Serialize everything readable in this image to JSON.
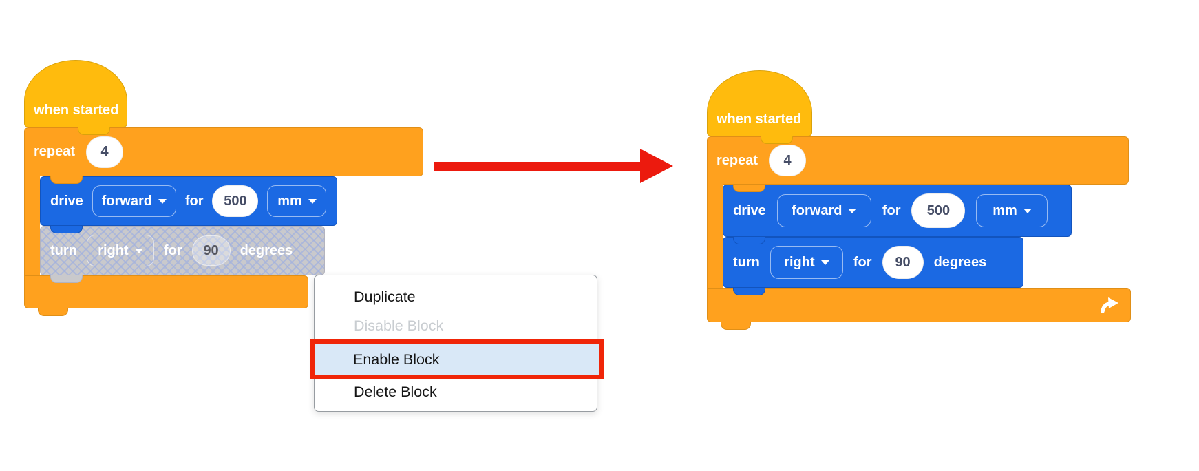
{
  "left_stack": {
    "hat_label": "when started",
    "repeat_label": "repeat",
    "repeat_count": "4",
    "drive": {
      "verb": "drive",
      "direction": "forward",
      "for_label": "for",
      "value": "500",
      "unit": "mm"
    },
    "turn": {
      "verb": "turn",
      "direction": "right",
      "for_label": "for",
      "value": "90",
      "unit": "degrees",
      "state": "disabled"
    }
  },
  "right_stack": {
    "hat_label": "when started",
    "repeat_label": "repeat",
    "repeat_count": "4",
    "drive": {
      "verb": "drive",
      "direction": "forward",
      "for_label": "for",
      "value": "500",
      "unit": "mm"
    },
    "turn": {
      "verb": "turn",
      "direction": "right",
      "for_label": "for",
      "value": "90",
      "unit": "degrees",
      "state": "enabled"
    }
  },
  "context_menu": {
    "items": [
      {
        "label": "Duplicate",
        "state": "normal"
      },
      {
        "label": "Disable Block",
        "state": "disabled"
      },
      {
        "label": "Enable Block",
        "state": "highlighted"
      },
      {
        "label": "Delete Block",
        "state": "normal"
      }
    ]
  },
  "icons": {
    "chevron": "chevron-down-icon",
    "loop": "repeat-arrow-icon"
  },
  "colors": {
    "hat": "#FFBB0D",
    "control": "#FFA11E",
    "drivetrain_blue": "#1B69E3",
    "disabled_fill": "#C9C9CC",
    "disabled_hatch": "#9EAFE0",
    "menu_highlight_bg": "#D9E8F7",
    "menu_highlight_border": "#F02508",
    "menu_disabled_text": "#C9CDD1",
    "arrow_red": "#EC1A0E",
    "value_text": "#454D66"
  }
}
